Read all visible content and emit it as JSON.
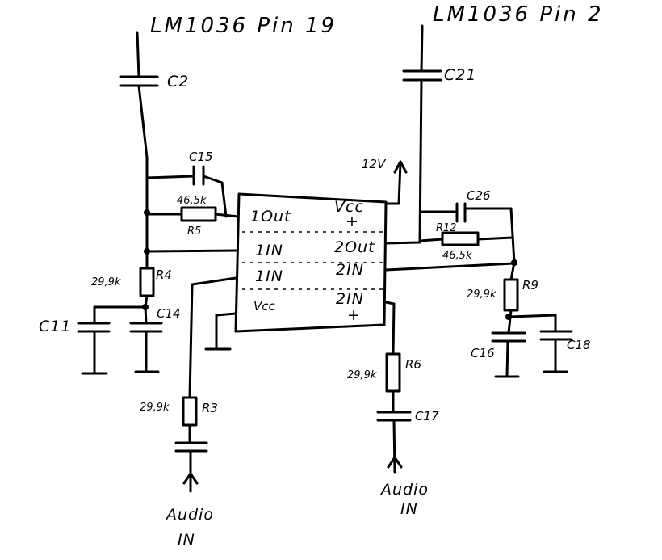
{
  "labels": {
    "top_left": "LM1036 Pin 19",
    "top_right": "LM1036 Pin 2",
    "c2": "C2",
    "c21": "C21",
    "c15": "C15",
    "c26": "C26",
    "r5_value": "46,5k",
    "r5": "R5",
    "r12": "R12",
    "r12_value": "46,5k",
    "supply": "12V",
    "pin_1out": "1Out",
    "pin_vcc_plus_top": "Vcc",
    "pin_plus_top": "+",
    "pin_1in_neg": "1IN",
    "pin_2out": "2Out",
    "pin_1in_pos": "1IN",
    "pin_2in_neg": "2IN",
    "pin_vcc_minus": "Vcc",
    "pin_2in_pos": "2IN",
    "pin_plus_bottom": "+",
    "r4_value": "29,9k",
    "r4": "R4",
    "r9_value": "29,9k",
    "r9": "R9",
    "c11": "C11",
    "c14": "C14",
    "c16": "C16",
    "c18": "C18",
    "r6_value": "29,9k",
    "r6": "R6",
    "c17": "C17",
    "r3_value": "29,9k",
    "r3": "R3",
    "audio_in_left_1": "Audio",
    "audio_in_left_2": "IN",
    "audio_in_right_1": "Audio",
    "audio_in_right_2": "IN"
  }
}
